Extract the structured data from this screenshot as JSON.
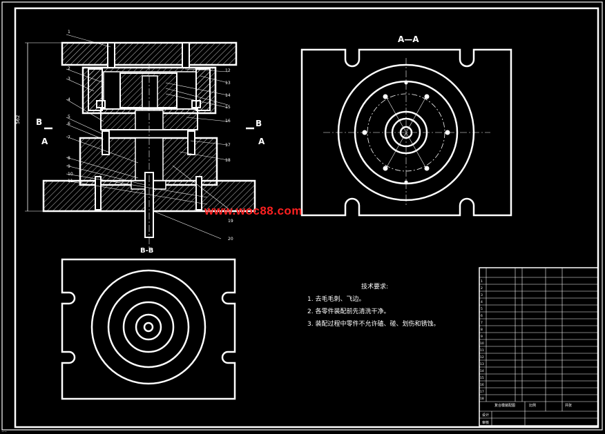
{
  "section_aa_label": "A—A",
  "section_bb_label": "B-B",
  "cut_b_left": "B",
  "cut_a_left": "A",
  "cut_b_right": "B",
  "cut_a_right": "A",
  "height_dim": "562",
  "watermark": "www.woc88.com",
  "notes": {
    "title": "技术要求:",
    "items": [
      "1. 去毛毛刺、飞边。",
      "2. 各零件装配前先清洗干净。",
      "3. 装配过程中零件不允许磕、碰、划伤和锈蚀。"
    ]
  },
  "title_block": {
    "drawing_name": "复合模装配图",
    "scale_label": "比例",
    "sheet_label": "共张",
    "designer_label": "设计",
    "checker_label": "审核"
  },
  "footer_text": "..."
}
